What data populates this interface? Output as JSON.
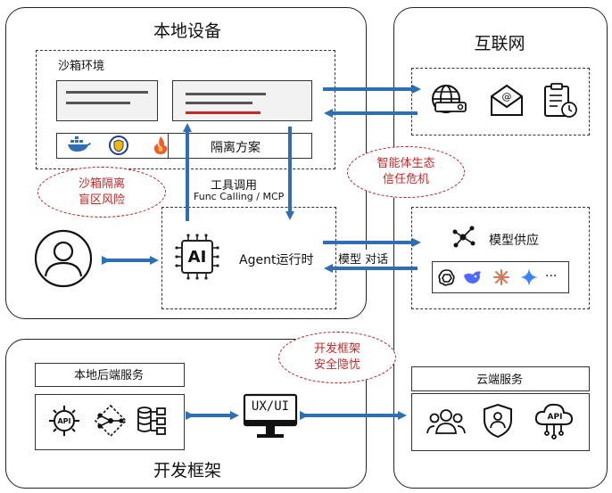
{
  "local_device": {
    "title": "本地设备",
    "sandbox_env": "沙箱环境",
    "isolation": "隔离方案",
    "tool_call": "工具调用",
    "func_calling": "Func Calling / MCP",
    "agent_runtime": "Agent运行时",
    "ai_text": "AI",
    "model_dialog": "模型 对话"
  },
  "internet": {
    "title": "互联网",
    "model_supply": "模型供应",
    "more": "···"
  },
  "framework": {
    "title": "开发框架",
    "local_backend": "本地后端服务",
    "api_text": "API",
    "ux_ui": "UX/UI"
  },
  "cloud": {
    "title": "云端服务",
    "api_text": "API"
  },
  "risks": {
    "sandbox_line1": "沙箱隔离",
    "sandbox_line2": "盲区风险",
    "ecosystem_line1": "智能体生态",
    "ecosystem_line2": "信任危机",
    "framework_line1": "开发框架",
    "framework_line2": "安全隐忧"
  },
  "colors": {
    "arrow": "#2e6fb3",
    "risk": "#c62828",
    "redline": "#c62828"
  }
}
